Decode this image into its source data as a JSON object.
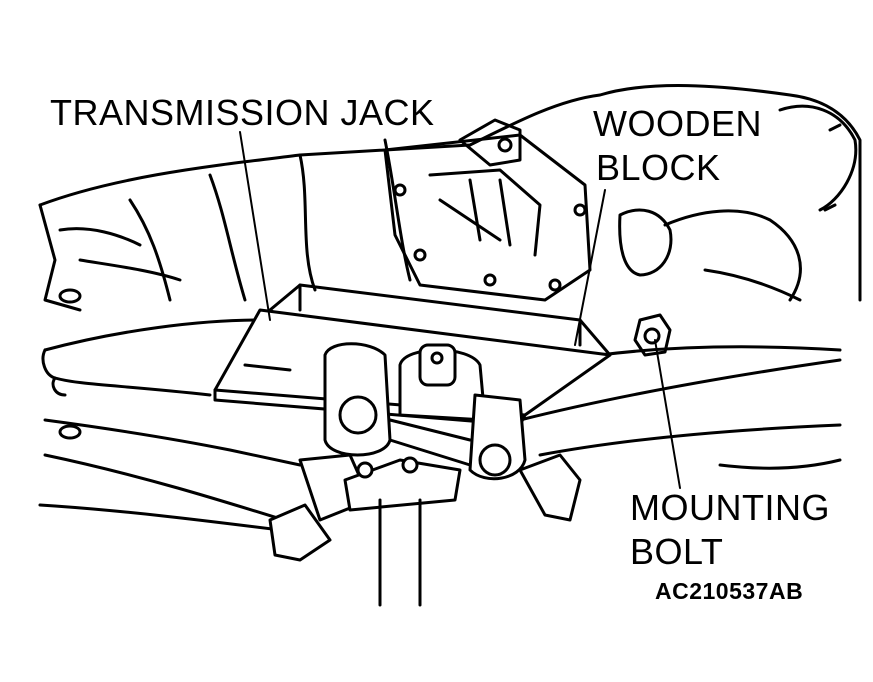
{
  "labels": {
    "transmission_jack": "TRANSMISSION JACK",
    "wooden_block_line1": "WOODEN",
    "wooden_block_line2": "BLOCK",
    "mounting_bolt_line1": "MOUNTING",
    "mounting_bolt_line2": "BOLT"
  },
  "figure_code": "AC210537AB",
  "colors": {
    "ink": "#000000",
    "paper": "#ffffff"
  }
}
